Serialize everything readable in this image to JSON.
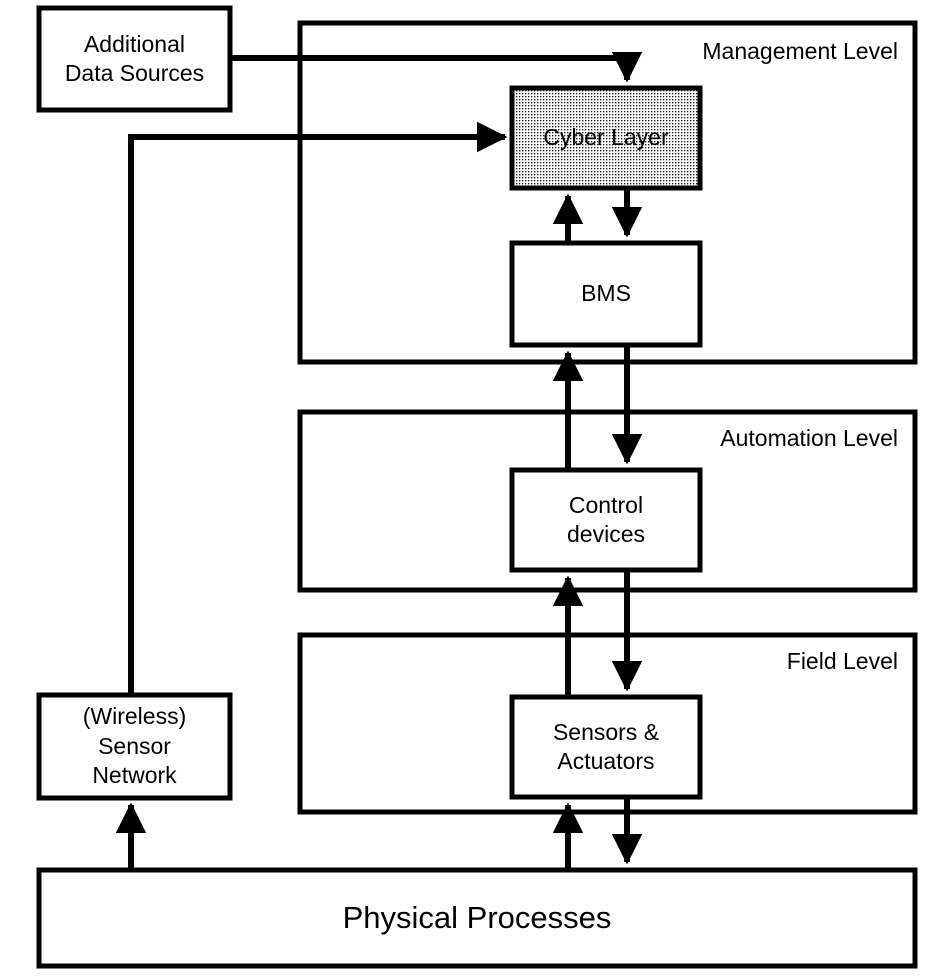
{
  "diagram": {
    "title": "Building cyber-physical system layered architecture",
    "type": "block-diagram",
    "stroke_color": "#000000",
    "background_color": "#ffffff",
    "cyber_layer_fill": "dotted-halftone"
  },
  "zones": [
    {
      "id": "management",
      "label": "Management Level"
    },
    {
      "id": "automation",
      "label": "Automation Level"
    },
    {
      "id": "field",
      "label": "Field Level"
    }
  ],
  "nodes": [
    {
      "id": "additional-data-sources",
      "label": "Additional\nData Sources"
    },
    {
      "id": "cyber-layer",
      "label": "Cyber Layer"
    },
    {
      "id": "bms",
      "label": "BMS"
    },
    {
      "id": "control-devices",
      "label": "Control\ndevices"
    },
    {
      "id": "sensors-actuators",
      "label": "Sensors &\nActuators"
    },
    {
      "id": "wireless-sensor-network",
      "label": "(Wireless)\nSensor\nNetwork"
    },
    {
      "id": "physical-processes",
      "label": "Physical Processes"
    }
  ],
  "connections": [
    {
      "from": "additional-data-sources",
      "to": "cyber-layer",
      "arrow": "down-into-top"
    },
    {
      "from": "wireless-sensor-network",
      "to": "cyber-layer",
      "arrow": "right-into-left"
    },
    {
      "from": "bms",
      "to": "cyber-layer",
      "arrow": "up"
    },
    {
      "from": "cyber-layer",
      "to": "bms",
      "arrow": "down"
    },
    {
      "from": "control-devices",
      "to": "bms",
      "arrow": "up"
    },
    {
      "from": "bms",
      "to": "control-devices",
      "arrow": "down"
    },
    {
      "from": "sensors-actuators",
      "to": "control-devices",
      "arrow": "up"
    },
    {
      "from": "control-devices",
      "to": "sensors-actuators",
      "arrow": "down"
    },
    {
      "from": "physical-processes",
      "to": "sensors-actuators",
      "arrow": "up"
    },
    {
      "from": "sensors-actuators",
      "to": "physical-processes",
      "arrow": "down"
    },
    {
      "from": "physical-processes",
      "to": "wireless-sensor-network",
      "arrow": "up"
    }
  ]
}
